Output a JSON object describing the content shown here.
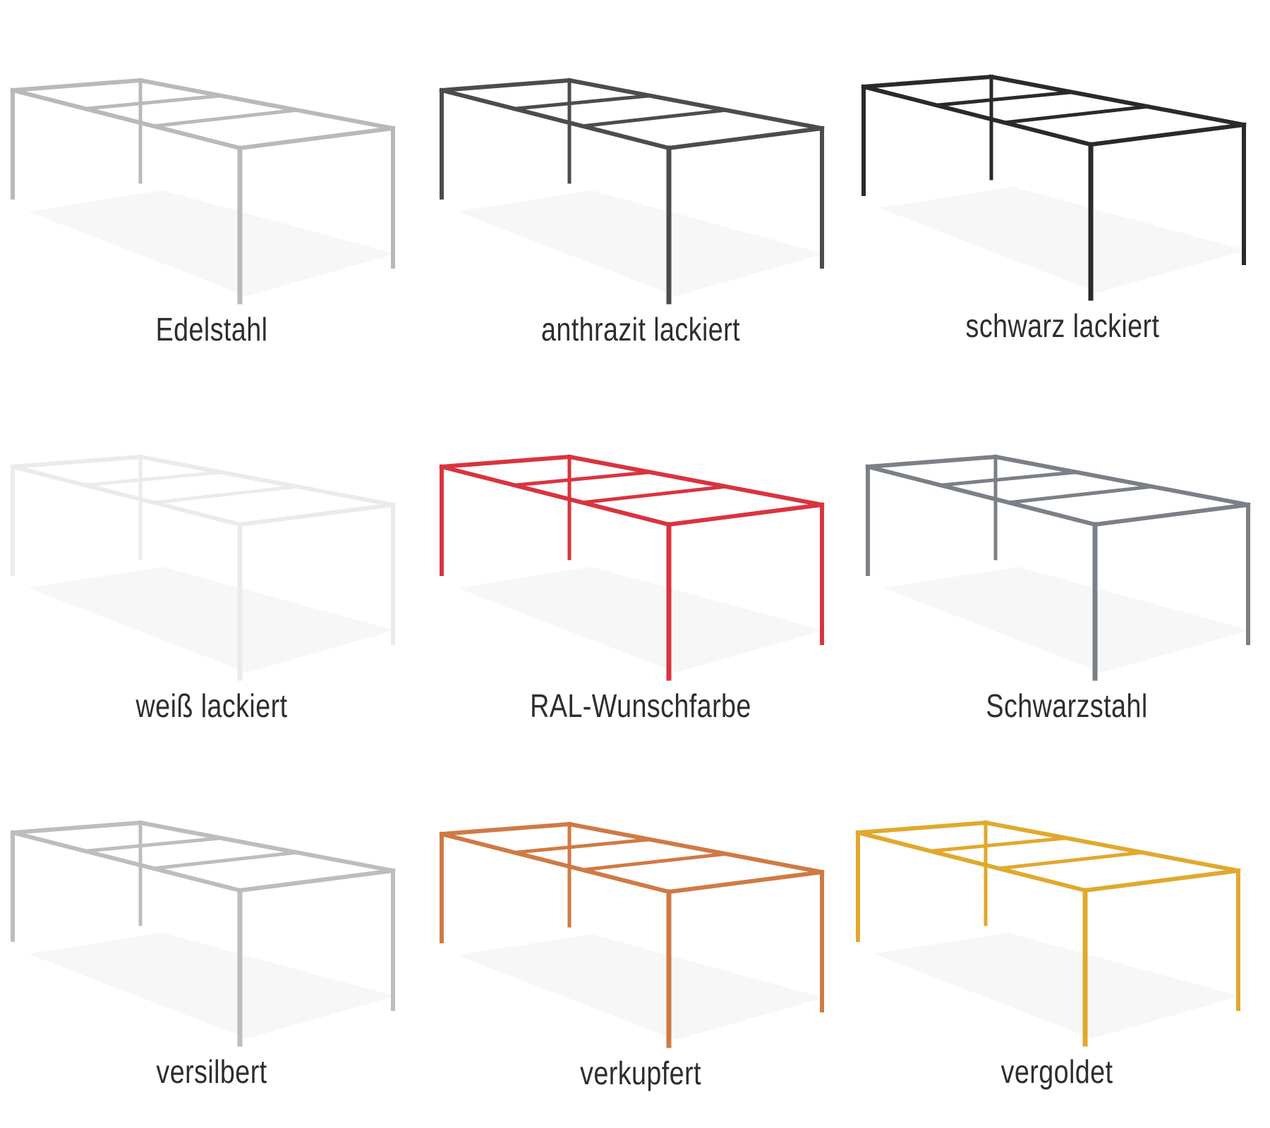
{
  "variants": [
    {
      "label": "Edelstahl",
      "color": "#b9b9b9"
    },
    {
      "label": "anthrazit lackiert",
      "color": "#4c4c4c"
    },
    {
      "label": "schwarz lackiert",
      "color": "#2a2a2a"
    },
    {
      "label": "weiß lackiert",
      "color": "#ebebeb"
    },
    {
      "label": "RAL-Wunschfarbe",
      "color": "#d8343f"
    },
    {
      "label": "Schwarzstahl",
      "color": "#7b8086"
    },
    {
      "label": "versilbert",
      "color": "#bdbdbd"
    },
    {
      "label": "verkupfert",
      "color": "#cf7a45"
    },
    {
      "label": "vergoldet",
      "color": "#e0a92e"
    }
  ]
}
